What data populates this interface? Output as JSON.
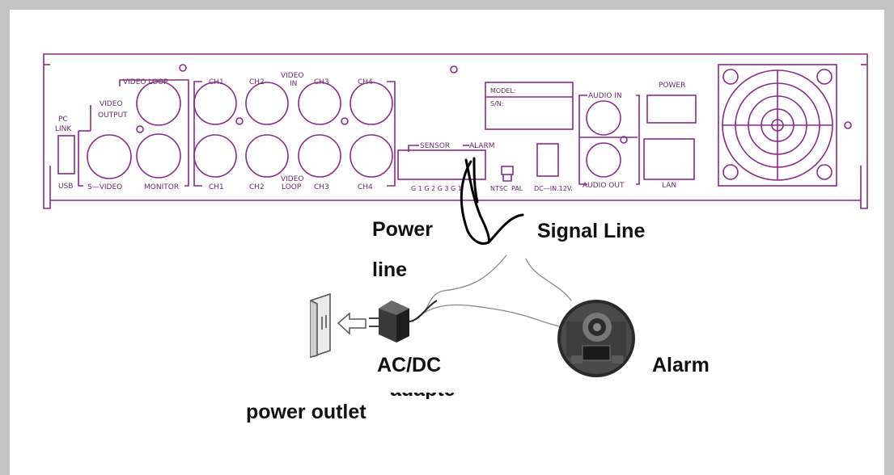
{
  "panel": {
    "video_loop": "VIDEO  LOOP",
    "video_output_1": "VIDEO",
    "video_output_2": "OUTPUT",
    "pc_link_1": "PC",
    "pc_link_2": "LINK",
    "usb": "USB",
    "s_video": "S—VIDEO",
    "monitor": "MONITOR",
    "video_in_1": "VIDEO",
    "video_in_2": "IN",
    "video_loop_bottom_1": "VIDEO",
    "video_loop_bottom_2": "LOOP",
    "ch1": "CH1",
    "ch2": "CH2",
    "ch3": "CH3",
    "ch4": "CH4",
    "sensor": "SENSOR",
    "alarm": "ALARM",
    "sensor_pins": "G 1 G 2 G 3 G 1",
    "ntsc": "NTSC",
    "pal": "PAL",
    "dc_in": "DC—IN.12V.",
    "model": "MODEL:",
    "sn": "S/N:",
    "audio_in": "AUDIO  IN",
    "audio_out": "AUDIO  OUT",
    "power": "POWER",
    "lan": "LAN"
  },
  "labels": {
    "power_line_1": "Power",
    "power_line_2": "line",
    "signal_line": "Signal Line",
    "ac_dc": "AC/DC",
    "ac_dc_cut": "adapter",
    "power_outlet": "power outlet",
    "alarm": "Alarm"
  },
  "colors": {
    "frame": "#c3c3c3",
    "panel_line": "#8b2a8b",
    "text": "#111111"
  }
}
